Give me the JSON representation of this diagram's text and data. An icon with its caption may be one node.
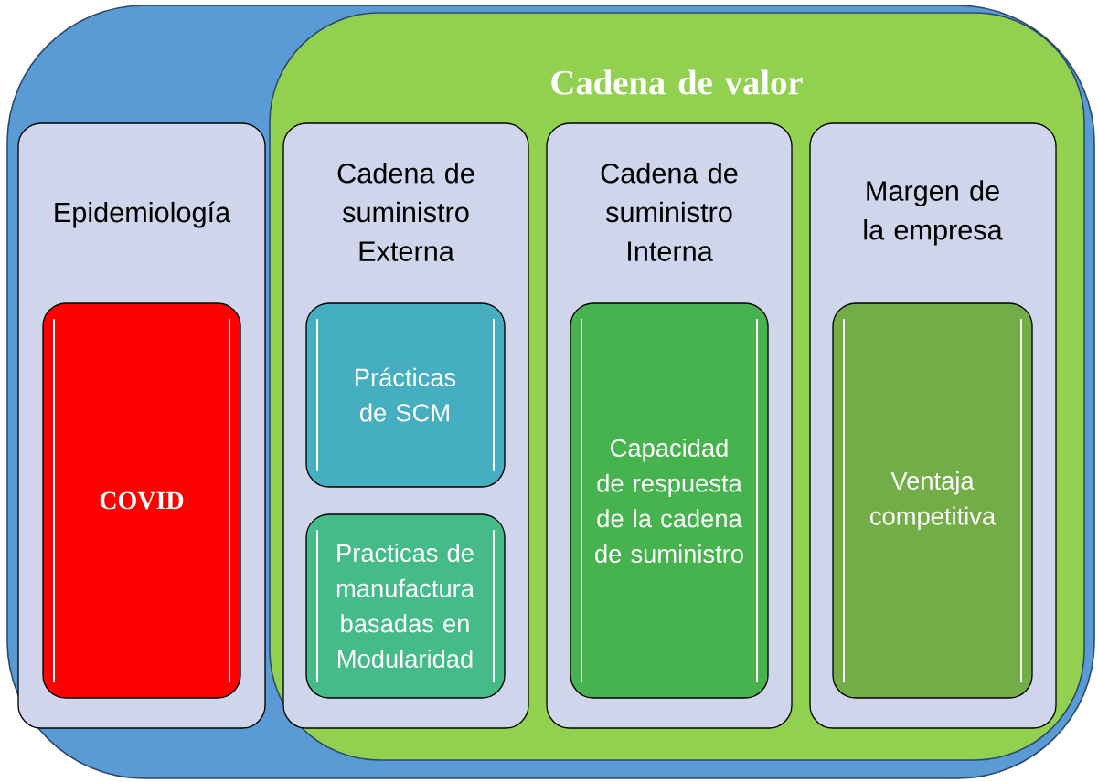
{
  "diagram": {
    "nodes": [
      {
        "text": [],
        "shape": "box"
      },
      {
        "text": [
          "Cadena de valor"
        ],
        "in": 0
      },
      {
        "text": [
          "Epidemiología"
        ],
        "in": 0
      },
      {
        "text": [
          "COVID"
        ],
        "in": 2
      },
      {
        "text": [
          "Cadena de suministro Externa"
        ],
        "in": 1
      },
      {
        "text": [
          "Prácticas de SCM"
        ],
        "in": 4
      },
      {
        "text": [
          "Practicas de manufactura basadas en Modularidad"
        ],
        "in": 4
      },
      {
        "text": [
          "Cadena de suministro Interna"
        ],
        "in": 1
      },
      {
        "text": [
          "Capacidad de respuesta de la cadena de suministro"
        ],
        "in": 7
      },
      {
        "text": [
          "Margen de la empresa"
        ],
        "in": 1
      },
      {
        "text": [
          "Ventaja competitiva"
        ],
        "in": 9
      }
    ]
  }
}
